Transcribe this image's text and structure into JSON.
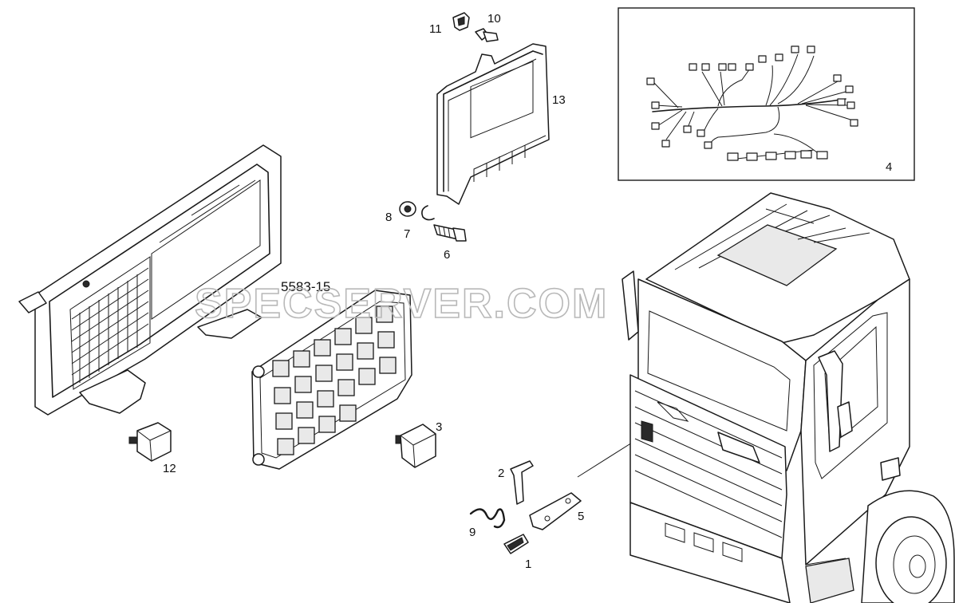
{
  "diagram": {
    "watermark": "SPECSERVER.COM",
    "group_code": "5583-15",
    "callouts": [
      {
        "id": "harness",
        "label": "4"
      },
      {
        "id": "ecu",
        "label": "13"
      },
      {
        "id": "clip",
        "label": "11"
      },
      {
        "id": "screw-top",
        "label": "10"
      },
      {
        "id": "nut",
        "label": "8"
      },
      {
        "id": "washer",
        "label": "7"
      },
      {
        "id": "bolt",
        "label": "6"
      },
      {
        "id": "relay-right",
        "label": "3"
      },
      {
        "id": "relay-left",
        "label": "12"
      },
      {
        "id": "bracket-2",
        "label": "2"
      },
      {
        "id": "strap-9",
        "label": "9"
      },
      {
        "id": "plate-5",
        "label": "5"
      },
      {
        "id": "clamp-1",
        "label": "1"
      }
    ]
  }
}
